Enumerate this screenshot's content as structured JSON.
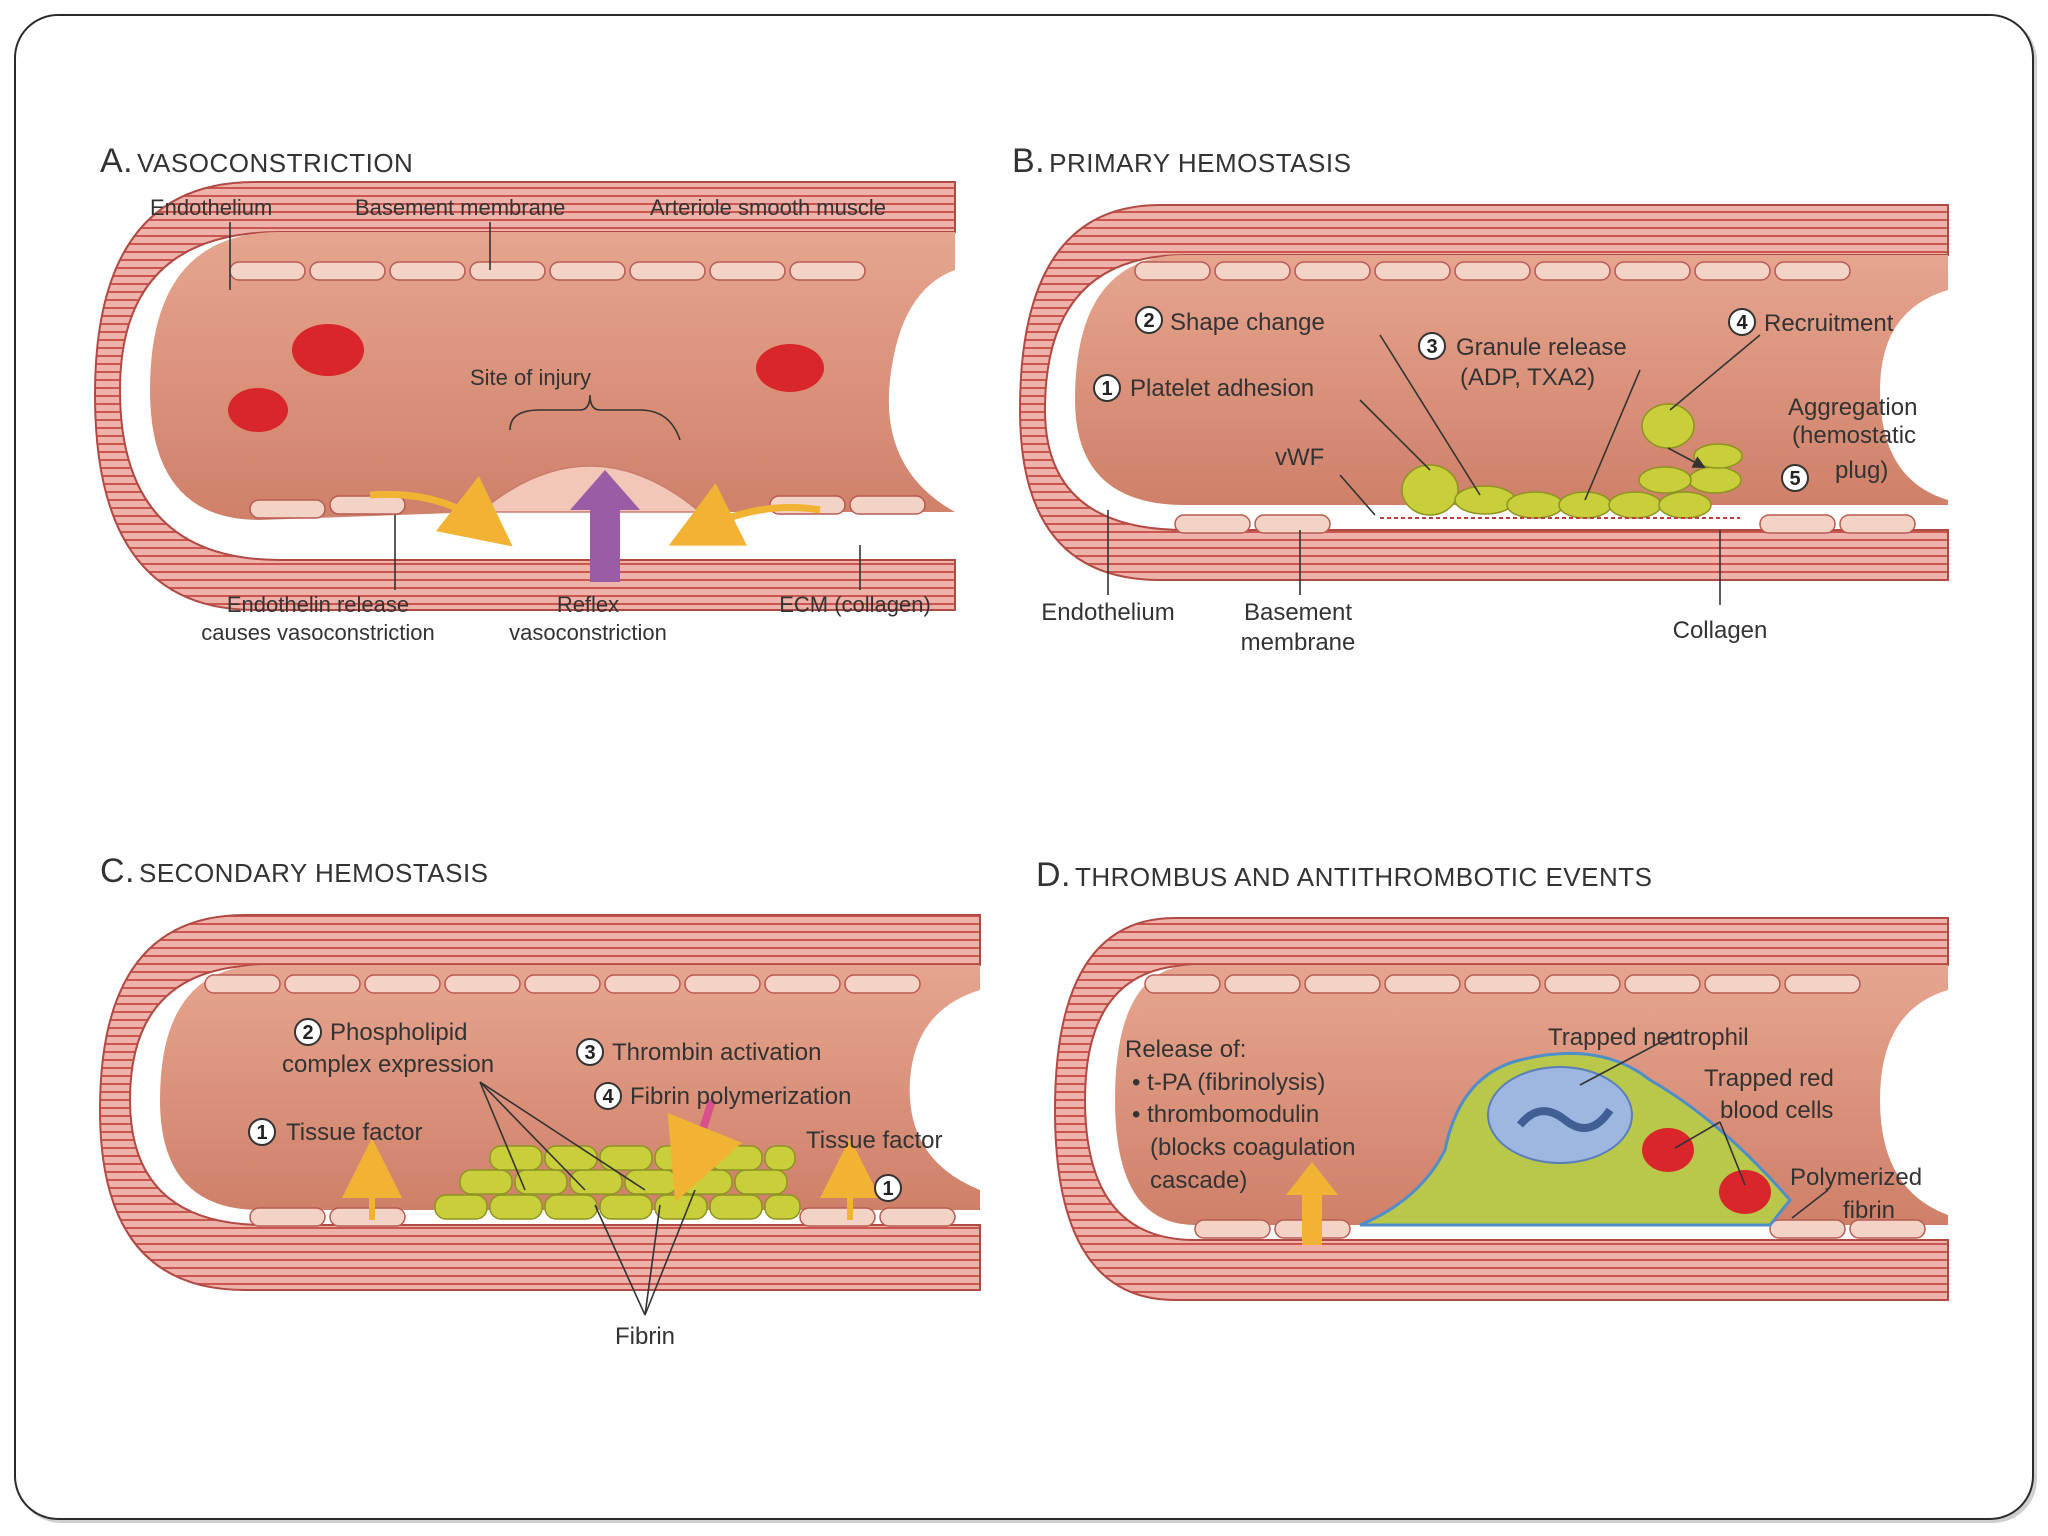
{
  "panels": {
    "a": {
      "letter": "A.",
      "title": "VASOCONSTRICTION",
      "labels": {
        "endothelium": "Endothelium",
        "basement": "Basement membrane",
        "arteriole": "Arteriole smooth muscle",
        "site": "Site of injury",
        "endothelin_1": "Endothelin release",
        "endothelin_2": "causes vasoconstriction",
        "reflex_1": "Reflex",
        "reflex_2": "vasoconstriction",
        "ecm": "ECM (collagen)"
      }
    },
    "b": {
      "letter": "B.",
      "title": "PRIMARY HEMOSTASIS",
      "labels": {
        "shape_change": "Shape change",
        "granule_1": "Granule release",
        "granule_2": "(ADP, TXA2)",
        "recruitment": "Recruitment",
        "platelet_adhesion": "Platelet adhesion",
        "vwf": "vWF",
        "aggregation_1": "Aggregation",
        "aggregation_2": "(hemostatic",
        "aggregation_3": "plug)",
        "endothelium": "Endothelium",
        "basement_1": "Basement",
        "basement_2": "membrane",
        "collagen": "Collagen"
      },
      "step_numbers": [
        "1",
        "2",
        "3",
        "4",
        "5"
      ]
    },
    "c": {
      "letter": "C.",
      "title": "SECONDARY HEMOSTASIS",
      "labels": {
        "phospholipid_1": "Phospholipid",
        "phospholipid_2": "complex expression",
        "thrombin": "Thrombin activation",
        "fibrin_poly": "Fibrin polymerization",
        "tissue_factor_left": "Tissue factor",
        "tissue_factor_right": "Tissue factor",
        "fibrin": "Fibrin"
      },
      "step_numbers": [
        "1",
        "2",
        "3",
        "4",
        "1"
      ]
    },
    "d": {
      "letter": "D.",
      "title": "THROMBUS AND ANTITHROMBOTIC EVENTS",
      "labels": {
        "release": "Release of:",
        "tpa": "• t-PA (fibrinolysis)",
        "thrombomodulin": "• thrombomodulin",
        "blocks_1": "(blocks coagulation",
        "blocks_2": "cascade)",
        "neutrophil": "Trapped neutrophil",
        "rbc_1": "Trapped red",
        "rbc_2": "blood cells",
        "poly_1": "Polymerized",
        "poly_2": "fibrin"
      }
    }
  },
  "colors": {
    "vessel_wall": "#e8a39a",
    "wall_stripe": "#c9564f",
    "lumen": "#d9907a",
    "lumen_light": "#e9b29c",
    "endothelial_cell": "#f4d3c7",
    "platelet": "#c9cf3a",
    "rbc": "#d8262a",
    "neutrophil": "#9db7e0",
    "arrow_orange": "#f2b233",
    "arrow_purple": "#9b5ca6",
    "arrow_pink": "#d9508c",
    "fibrin": "#4f8ec9"
  }
}
